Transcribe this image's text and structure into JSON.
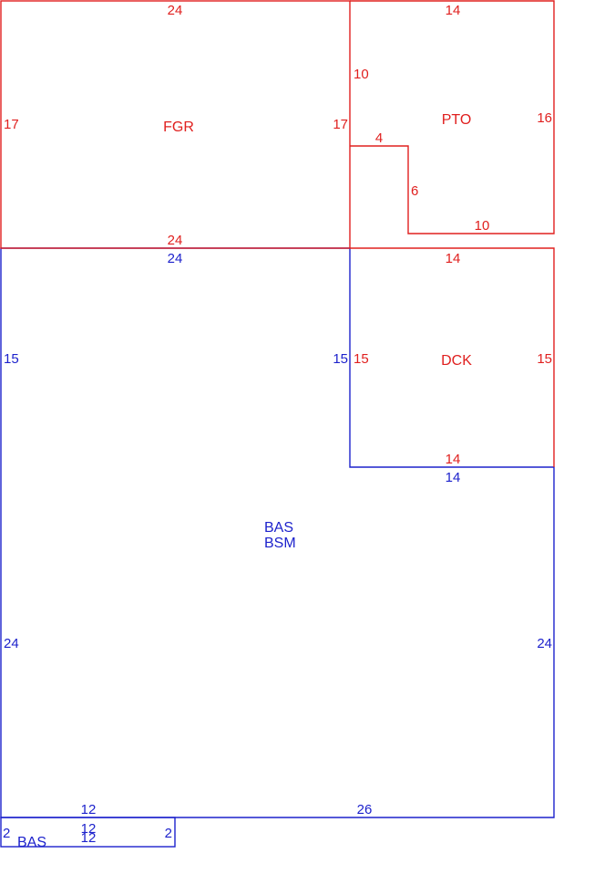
{
  "colors": {
    "red": "#e0201f",
    "blue": "#1d22cc"
  },
  "areas": {
    "fgr": {
      "label": "FGR",
      "top": "24",
      "bottom": "24",
      "left": "17",
      "right": "17"
    },
    "pto": {
      "label": "PTO",
      "top": "14",
      "left": "10",
      "right": "16",
      "step_top": "4",
      "step_side": "6",
      "bottom": "10"
    },
    "dck": {
      "label": "DCK",
      "top": "14",
      "bottom": "14",
      "left": "15",
      "right": "15"
    },
    "bas_main": {
      "label_1": "BAS",
      "label_2": "BSM",
      "top": "24",
      "left_upper": "15",
      "left_lower": "24",
      "inner_side": "15",
      "step_top": "14",
      "right": "24",
      "bottom_right": "26",
      "bottom_left": "12"
    },
    "bas_small": {
      "label": "BAS",
      "left": "2",
      "right": "2",
      "top": "12",
      "bottom": "12"
    }
  }
}
